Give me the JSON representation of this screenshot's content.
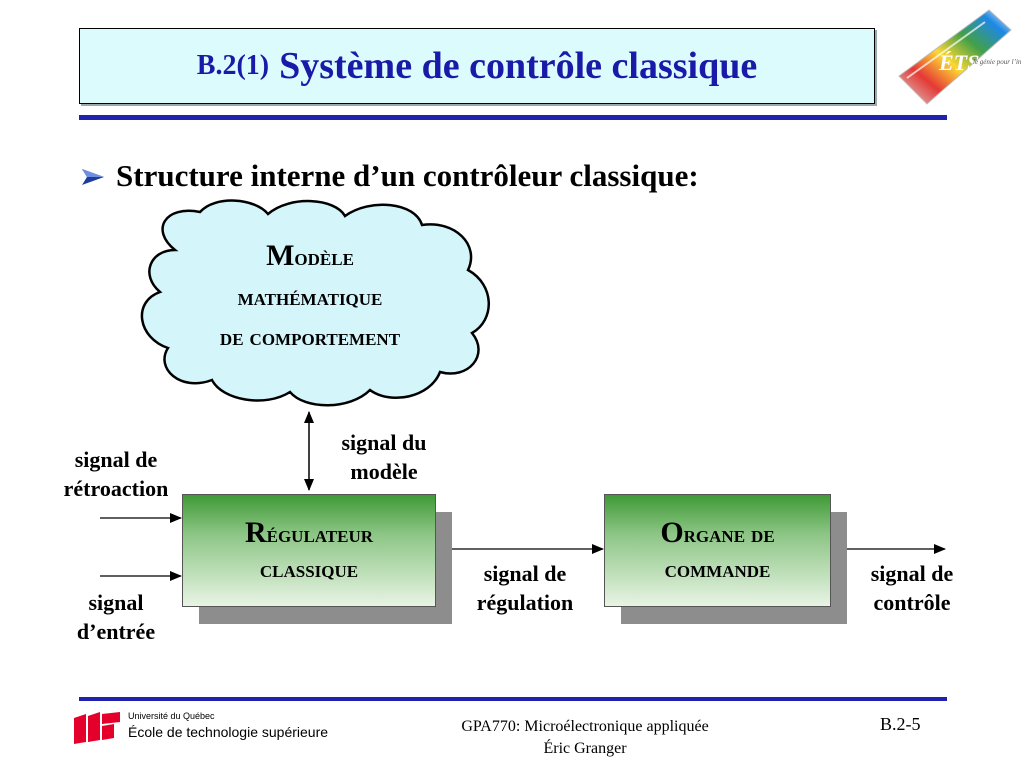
{
  "slide": {
    "number": "B.2(1)",
    "title": "Système de contrôle classique"
  },
  "bullet": {
    "text": "Structure interne d’un contrôleur classique:"
  },
  "logo_ets": {
    "letters": "ÉTS",
    "tagline": "le génie pour l’industrie",
    "colors": [
      "#e53935",
      "#fdd835",
      "#43a047",
      "#1e88e5"
    ]
  },
  "diagram": {
    "cloud": {
      "line1_cap": "M",
      "line1_rest": "odèle",
      "line2": "mathématique",
      "line3": "de comportement",
      "fill": "#d4f6fb"
    },
    "regulateur": {
      "line1_cap": "R",
      "line1_rest": "égulateur",
      "line2": "classique"
    },
    "organe": {
      "line1_cap": "O",
      "line1_rest": "rgane de",
      "line2": "commande"
    },
    "labels": {
      "modele_1": "signal du",
      "modele_2": "modèle",
      "retro_1": "signal de",
      "retro_2": "rétroaction",
      "entree_1": "signal",
      "entree_2": "d’entrée",
      "regulation_1": "signal de",
      "regulation_2": "régulation",
      "controle_1": "signal de",
      "controle_2": "contrôle"
    }
  },
  "footer": {
    "university_line1": "Université du Québec",
    "university_line2": "École de technologie supérieure",
    "course_line1": "GPA770:  Microélectronique appliquée",
    "course_line2": "Éric Granger",
    "page": "B.2-5"
  }
}
